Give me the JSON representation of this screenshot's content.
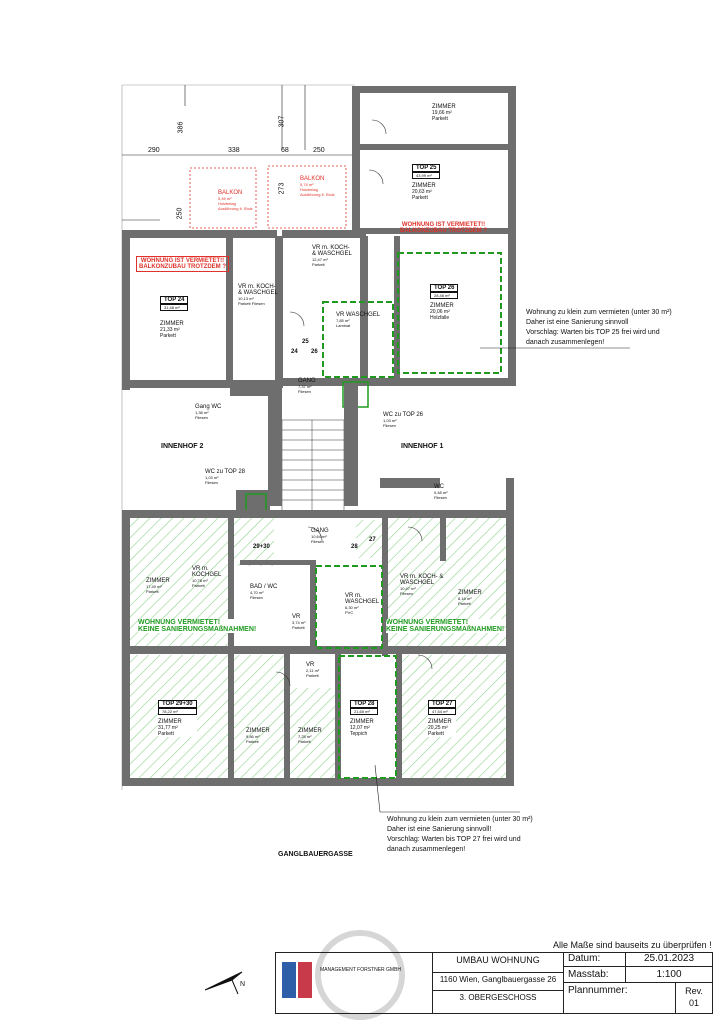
{
  "dims": {
    "top_left": "290",
    "top_mid": "338",
    "top_a": "68",
    "top_b": "250",
    "left_v": "250",
    "v_386": "386",
    "v_307": "307",
    "v_273": "273"
  },
  "rooms": {
    "top_zimmer": {
      "label": "ZIMMER",
      "area": "19,66 m²",
      "floor": "Parkett"
    },
    "top25": {
      "badge": "TOP 25",
      "rh": "43,99 m²",
      "zimmer": "ZIMMER",
      "area": "20,63 m²",
      "floor": "Parkett"
    },
    "top25_note": [
      "WOHNUNG IST VERMIETET!!",
      "BALKONZUBAU TROTZDEM ?"
    ],
    "balkon1": {
      "label": "BALKON",
      "area": "5,45 m²",
      "l2": "Holzbelag",
      "l3": "Ausführung lt. Stolz"
    },
    "balkon2": {
      "label": "BALKON",
      "area": "5,74 m²",
      "l2": "Holzbelag",
      "l3": "Ausführung lt. Stolz"
    },
    "vr_koch_top": {
      "l1": "VR m. KOCH-",
      "l2": "& WASCHGEL",
      "area": "12,47 m²",
      "floor": "Parkett"
    },
    "top24_note": [
      "WOHNUNG IST VERMIETET!!",
      "BALKONZUBAU TROTZDEM ?"
    ],
    "top24": {
      "badge": "TOP 24",
      "rh": "31,48 m²",
      "zimmer": "ZIMMER",
      "area": "21,33 m²",
      "floor": "Parkett"
    },
    "vr_koch_24": {
      "l1": "VR m. KOCH-",
      "l2": "& WASCHGEL",
      "area": "10,13 m²",
      "floor": "Parkett Fliesen"
    },
    "top26": {
      "badge": "TOP 26",
      "rh": "28,46 m²",
      "zimmer": "ZIMMER",
      "area": "20,06 m²",
      "floor": "Holzfalle"
    },
    "vr_wasch_26": {
      "l1": "VR WASCHGEL",
      "area": "7,85 m²",
      "floor": "Laminat"
    },
    "gang_top": {
      "l1": "GANG",
      "area": "7,37 m²",
      "floor": "Fliesen"
    },
    "gang_wc": {
      "l1": "Gang WC",
      "area": "1,38 m²",
      "floor": "Fliesen"
    },
    "wc26": {
      "l1": "WC zu TOP 26",
      "area": "1,03 m²",
      "floor": "Fliesen"
    },
    "wc28": {
      "l1": "WC zu TOP 28",
      "area": "1,03 m²",
      "floor": "Fliesen"
    },
    "wc_right": {
      "l1": "WC",
      "area": "0,48 m²",
      "floor": "Fliesen"
    },
    "innenhof2": "INNENHOF 2",
    "innenhof1": "INNENHOF 1",
    "gang_mid": {
      "l1": "GANG",
      "area": "10,64 m²",
      "floor": "Fliesen"
    },
    "zimmer_l": {
      "l1": "ZIMMER",
      "area": "17,40 m²",
      "floor": "Parkett"
    },
    "vr_koch_l": {
      "l1": "VR m.",
      "l2": "KOCHGEL",
      "area": "10,78 m²",
      "floor": "Parkett"
    },
    "bad_wc": {
      "l1": "BAD / WC",
      "area": "4,70 m²",
      "floor": "Fliesen"
    },
    "vr_small": {
      "l1": "VR",
      "area": "3,74 m²",
      "floor": "Parkett"
    },
    "vr_28": {
      "l1": "VR m.",
      "l2": "WASCHGEL",
      "area": "6,30 m²",
      "floor": "PVC"
    },
    "vr_koch_27": {
      "l1": "VR m. KOCH- &",
      "l2": "WASCHGEL",
      "area": "10,47 m²",
      "floor": "Fliesen"
    },
    "zimmer_r": {
      "l1": "ZIMMER",
      "area": "8,18 m²",
      "floor": "Parkett"
    },
    "note_l": [
      "WOHNUNG VERMIETET!",
      "KEINE SANIERUNGSMAßNAHMEN!"
    ],
    "note_r": [
      "WOHNUNG VERMIETET!",
      "KEINE SANIERUNGSMAßNAHMEN!"
    ],
    "vr_lower": {
      "l1": "VR",
      "area": "2,11 m²",
      "floor": "Parkett"
    },
    "top2930": {
      "badge": "TOP 29+30",
      "rh": "78,22 m²",
      "zimmer": "ZIMMER",
      "area": "31,77 m²",
      "floor": "Parkett"
    },
    "zimmer_a": {
      "l1": "ZIMMER",
      "area": "9,86 m²",
      "floor": "Parkett"
    },
    "zimmer_b": {
      "l1": "ZIMMER",
      "area": "7,25 m²",
      "floor": "Parkett"
    },
    "top28": {
      "badge": "TOP 28",
      "rh": "21,65 m²",
      "zimmer": "ZIMMER",
      "area": "12,07 m²",
      "floor": "Teppich"
    },
    "top27": {
      "badge": "TOP 27",
      "rh": "47,54 m²",
      "zimmer": "ZIMMER",
      "area": "20,25 m²",
      "floor": "Parkett"
    },
    "door_labels": {
      "d25": "25",
      "d24": "24",
      "d26": "26",
      "d2930": "29+30",
      "d28": "28",
      "d27": "27"
    },
    "street": "GANGLBAUERGASSE"
  },
  "annotations": {
    "right_top": [
      "Wohnung zu klein zum vermieten (unter 30 m²)",
      "Daher ist eine Sanierung sinnvoll",
      "Vorschlag: Warten bis TOP 25 frei wird und",
      "danach zusammenlegen!"
    ],
    "bottom": [
      "Wohnung zu klein zum vermieten (unter 30 m²)",
      "Daher ist eine Sanierung sinnvoll!",
      "Vorschlag: Warten bis TOP 27 frei wird und",
      "danach zusammenlegen!"
    ]
  },
  "title_block": {
    "warning": "Alle Maße sind bauseits zu überprüfen !",
    "project": "UMBAU WOHNUNG",
    "address": "1160 Wien, Ganglbauergasse 26",
    "level": "3. OBERGESCHOSS",
    "date_label": "Datum:",
    "date_value": "25.01.2023",
    "scale_label": "Masstab:",
    "scale_value": "1:100",
    "plan_label": "Plannummer:",
    "rev_label": "Rev.",
    "rev_value": "01",
    "company": "MANAGEMENT FORSTNER GMBH"
  },
  "colors": {
    "wall": "#6b6b6b",
    "green": "#1f9a1f",
    "red": "#e0312a",
    "hatch": "#7fcf7f"
  }
}
